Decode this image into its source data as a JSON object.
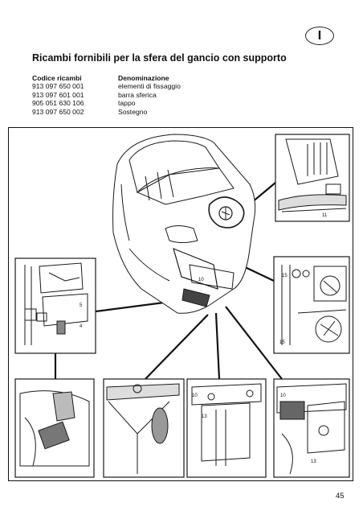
{
  "badge": "I",
  "title": "Ricambi fornibili per la sfera del gancio con supporto",
  "parts": {
    "header": {
      "code": "Codice ricambi",
      "name": "Denominazione"
    },
    "rows": [
      {
        "code": "913 097 650 001",
        "name": "elementi di fissaggio"
      },
      {
        "code": "913 097 601 001",
        "name": "barra sferica"
      },
      {
        "code": "905 051 630 106",
        "name": "tappo"
      },
      {
        "code": "913 097 650 002",
        "name": "Sostegno"
      }
    ]
  },
  "illustration": {
    "callouts": {
      "a": "15",
      "b": "15",
      "c": "10",
      "d": "11",
      "e": "5",
      "f": "4",
      "g": "13",
      "h": "10",
      "i": "10",
      "j": "13"
    }
  },
  "page_number": "45"
}
